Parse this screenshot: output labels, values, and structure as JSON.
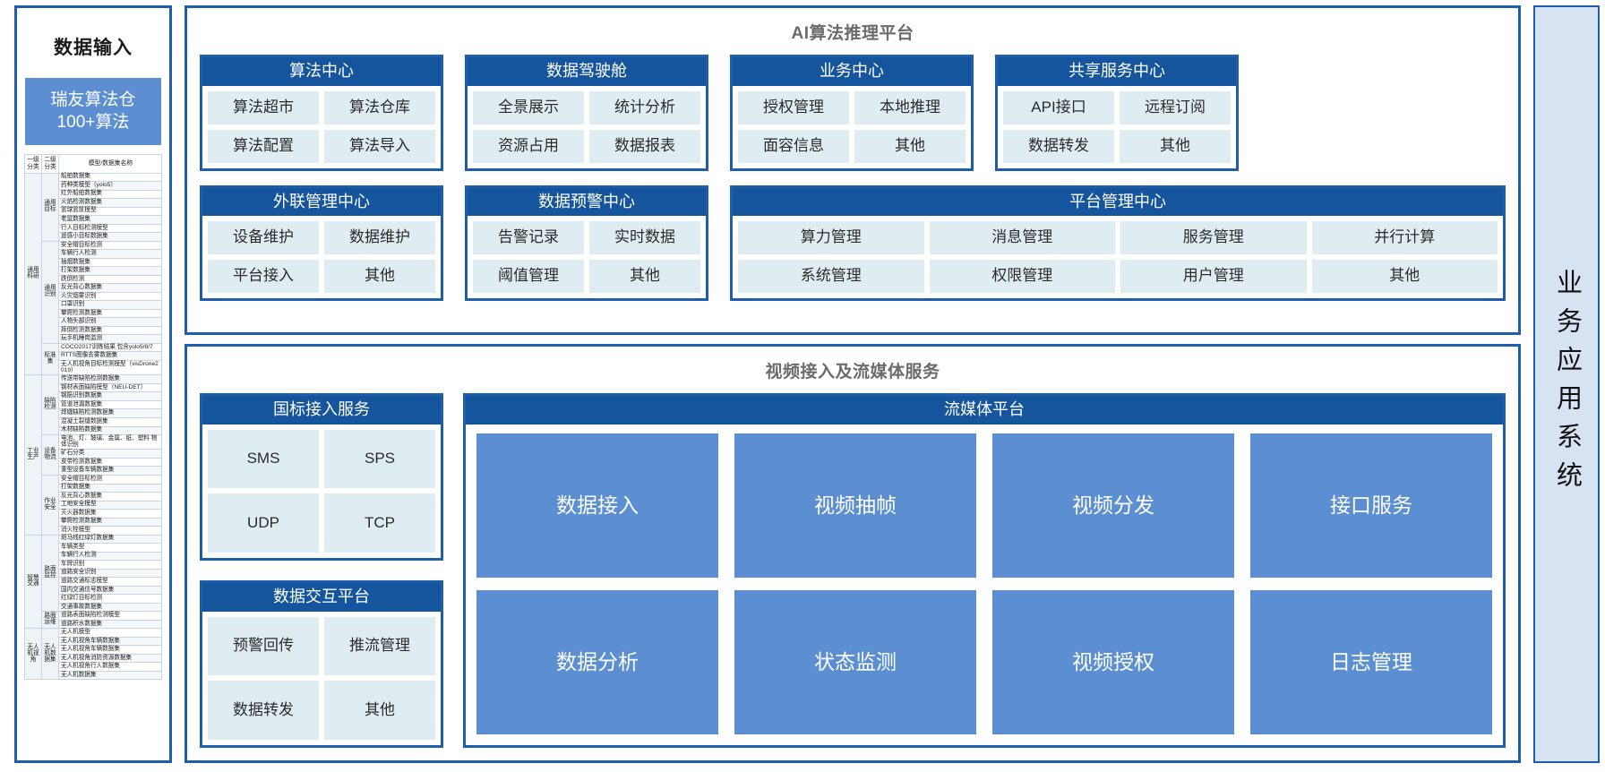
{
  "left_panel": {
    "title": "数据输入",
    "repo_line1": "瑞友算法仓",
    "repo_line2": "100+算法",
    "table": {
      "headers": [
        "一级分类",
        "二级分类",
        "模型/数据集名称"
      ],
      "groups": [
        {
          "l1": "通用科研",
          "subgroups": [
            {
              "l2": "通用目标",
              "items": [
                "船舶数据集",
                "药种类模型（yolo5）",
                "红外船舶数据集",
                "火焰检测数据集",
                "篮球篮筐模型",
                "老鼠数据集",
                "行人目标检测模型",
                "遥感小目标数据集"
              ]
            },
            {
              "l2": "通用识别",
              "items": [
                "安全帽目标检测",
                "车辆行人检测",
                "抽烟数据集",
                "打架数据集",
                "跌倒检测",
                "反光背心数据集",
                "火灾烟雾识别",
                "口罩识别",
                "攀爬检测数据集",
                "人物头部识别",
                "摔倒检测数据集",
                "玩手机睡岗监测"
              ]
            },
            {
              "l2": "标准集",
              "items": [
                "COCO2017训练结果 包含yolo5/8/7",
                "RTTS图像去雾数据集",
                "无人机视角目标检测模型（visDrone2019）"
              ]
            }
          ]
        },
        {
          "l1": "工业生产",
          "subgroups": [
            {
              "l2": "缺陷检测",
              "items": [
                "传送带缺陷检测数据集",
                "钢材表面缺陷模型（NEU-DET）",
                "钢筋识别数据集",
                "管道泄漏数据集",
                "焊缝缺陷检测数据集",
                "混凝土裂缝数据集",
                "木材缺陷数据集"
              ]
            },
            {
              "l2": "设备物流",
              "items": [
                "电池、灯、玻璃、金属、纸、塑料 物体识别",
                "矿石分类",
                "皮带检测数据集",
                "重型设备车辆数据集"
              ]
            },
            {
              "l2": "作业安全",
              "items": [
                "安全帽目标检测",
                "打架数据集",
                "反光背心数据集",
                "工地安全模型",
                "灭火器数据集",
                "攀爬检测数据集",
                "消火栓模型"
              ]
            }
          ]
        },
        {
          "l1": "智慧交通",
          "subgroups": [
            {
              "l2": "路面监控",
              "items": [
                "斑马线红绿灯数据集",
                "车辆类型",
                "车辆行人检测",
                "车牌识别",
                "道路安全识别",
                "道路交通标志模型",
                "国内交通信号数据集",
                "红绿灯目标检测",
                "交通事故数据集"
              ]
            },
            {
              "l2": "路面运维",
              "items": [
                "道路表面缺陷检测模型",
                "道路积水数据集"
              ]
            }
          ]
        },
        {
          "l1": "无人机视角",
          "subgroups": [
            {
              "l2": "无人机数据集",
              "items": [
                "无人机模型",
                "无人机视角车辆数据集",
                "无人机视角车辆数据集",
                "无人机视角消防资源数据集",
                "无人机视角行人数据集",
                "无人机数据集"
              ]
            }
          ]
        }
      ]
    }
  },
  "ai_platform": {
    "title": "AI算法推理平台",
    "row1": [
      {
        "title": "算法中心",
        "cells": [
          "算法超市",
          "算法仓库",
          "算法配置",
          "算法导入"
        ]
      },
      {
        "title": "数据驾驶舱",
        "cells": [
          "全景展示",
          "统计分析",
          "资源占用",
          "数据报表"
        ]
      },
      {
        "title": "业务中心",
        "cells": [
          "授权管理",
          "本地推理",
          "面容信息",
          "其他"
        ]
      },
      {
        "title": "共享服务中心",
        "cells": [
          "API接口",
          "远程订阅",
          "数据转发",
          "其他"
        ]
      }
    ],
    "row2": [
      {
        "title": "外联管理中心",
        "cells": [
          "设备维护",
          "数据维护",
          "平台接入",
          "其他"
        ]
      },
      {
        "title": "数据预警中心",
        "cells": [
          "告警记录",
          "实时数据",
          "阈值管理",
          "其他"
        ]
      },
      {
        "title": "平台管理中心",
        "cells": [
          "算力管理",
          "消息管理",
          "服务管理",
          "并行计算",
          "系统管理",
          "权限管理",
          "用户管理",
          "其他"
        ]
      }
    ]
  },
  "video_platform": {
    "title": "视频接入及流媒体服务",
    "left_cards": [
      {
        "title": "国标接入服务",
        "cells": [
          "SMS",
          "SPS",
          "UDP",
          "TCP"
        ]
      },
      {
        "title": "数据交互平台",
        "cells": [
          "预警回传",
          "推流管理",
          "数据转发",
          "其他"
        ]
      }
    ],
    "stream": {
      "title": "流媒体平台",
      "cells": [
        "数据接入",
        "视频抽帧",
        "视频分发",
        "接口服务",
        "数据分析",
        "状态监测",
        "视频授权",
        "日志管理"
      ]
    }
  },
  "right_panel": {
    "label": "业务应用系统"
  },
  "colors": {
    "border_blue": "#1f5fa9",
    "header_blue": "#15559e",
    "cell_light": "#dfedf3",
    "accent_blue": "#5b8fd1",
    "panel_bg": "#d7e3f2",
    "title_grey": "#6b6b6b"
  }
}
